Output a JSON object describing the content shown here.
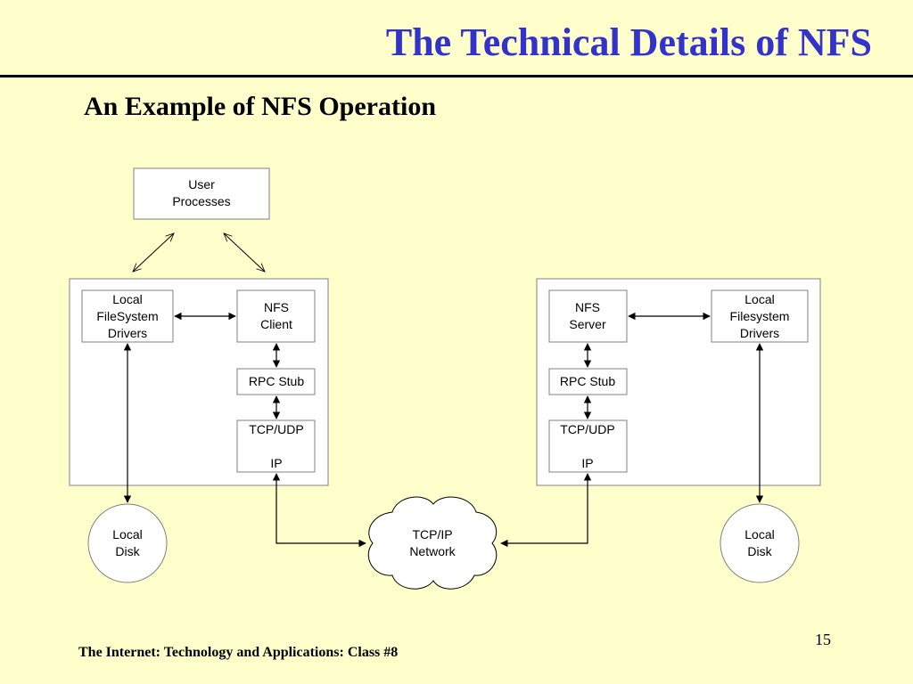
{
  "slide": {
    "title": "The Technical Details of NFS",
    "subtitle": "An Example of NFS Operation",
    "footer": "The Internet: Technology and Applications: Class #8",
    "page_number": "15"
  },
  "diagram": {
    "user_processes": [
      "User",
      "Processes"
    ],
    "client_local_fs": [
      "Local",
      "FileSystem",
      "Drivers"
    ],
    "nfs_client": [
      "NFS",
      "Client"
    ],
    "client_rpc": [
      "RPC Stub"
    ],
    "client_tcp": [
      "TCP/UDP",
      "",
      "IP"
    ],
    "client_disk": [
      "Local",
      "Disk"
    ],
    "network": [
      "TCP/IP",
      "Network"
    ],
    "nfs_server": [
      "NFS",
      "Server"
    ],
    "server_local_fs": [
      "Local",
      "Filesystem",
      "Drivers"
    ],
    "server_rpc": [
      "RPC Stub"
    ],
    "server_tcp": [
      "TCP/UDP",
      "",
      "IP"
    ],
    "server_disk": [
      "Local",
      "Disk"
    ]
  }
}
